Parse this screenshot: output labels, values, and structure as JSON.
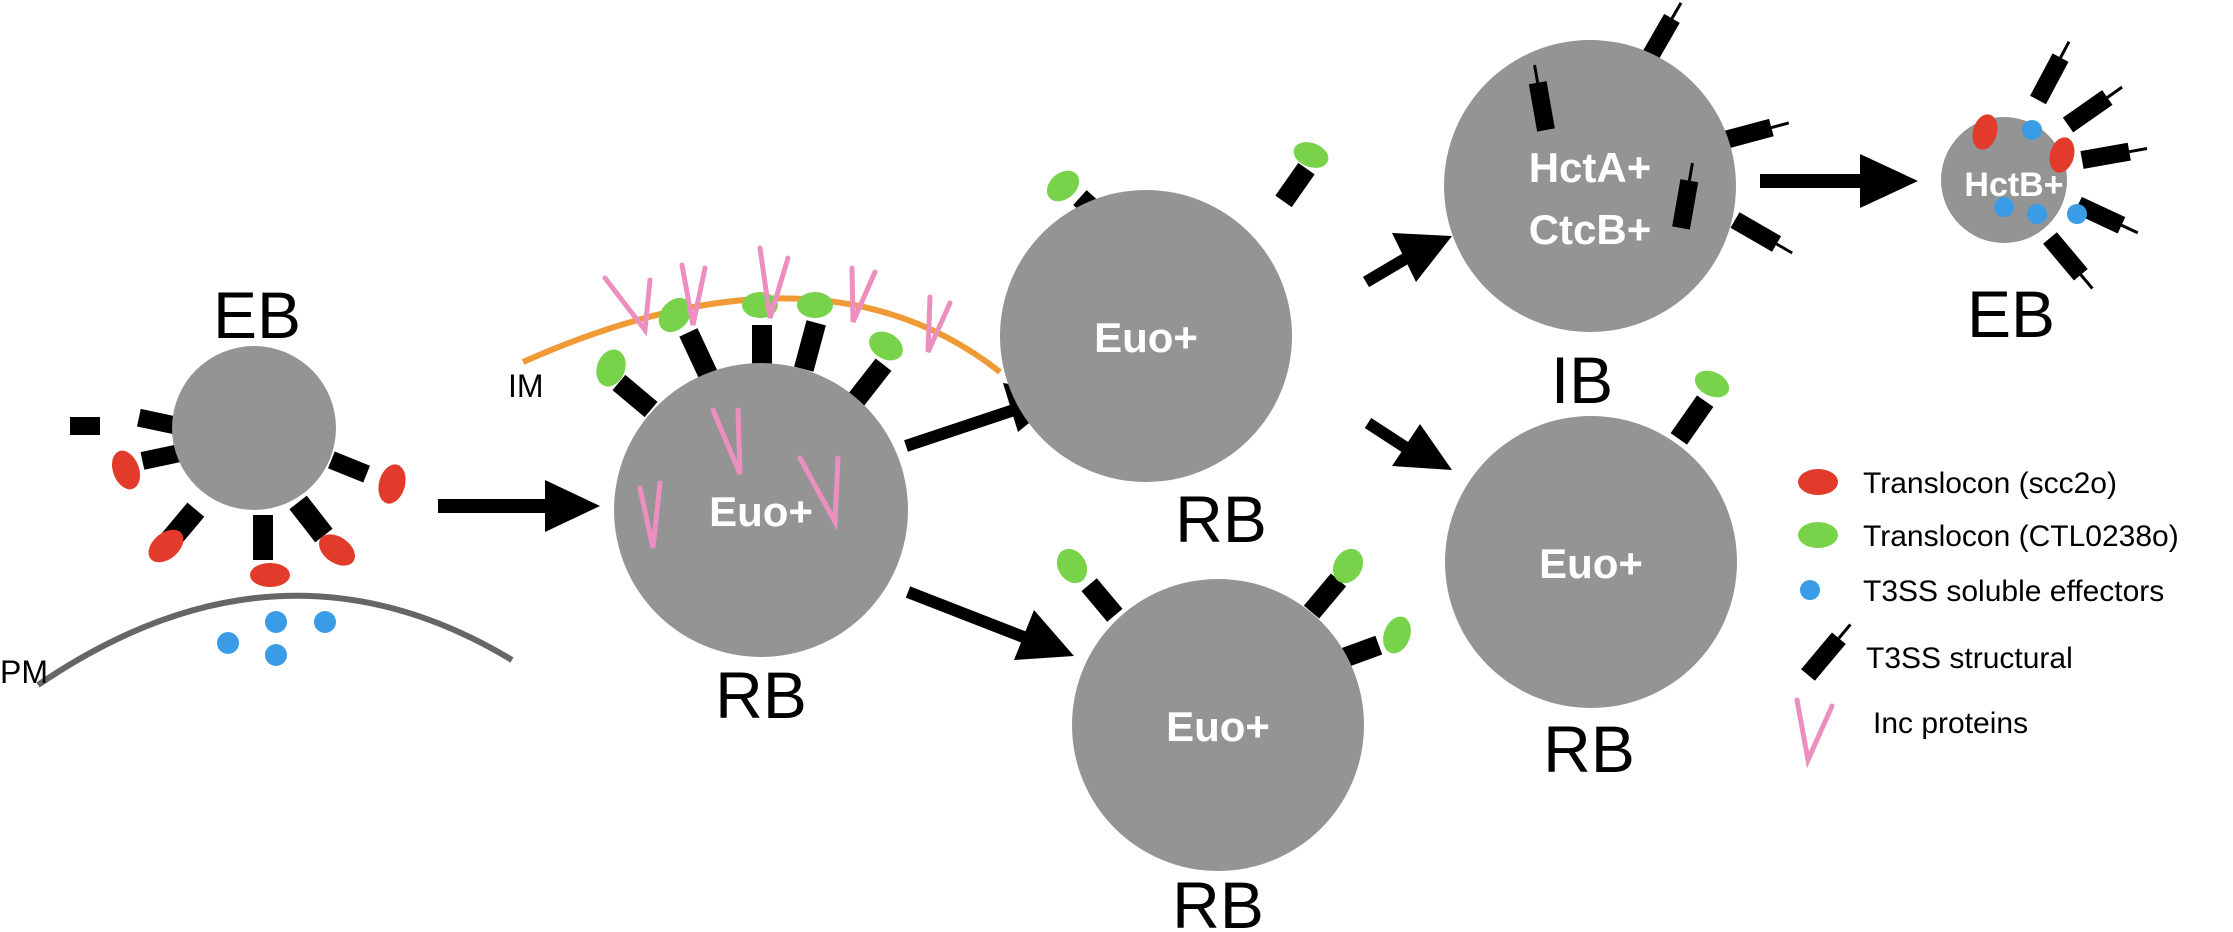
{
  "colors": {
    "cell": "#949494",
    "translocon_scc2o": "#e23a2b",
    "translocon_ctl0238o": "#78d24a",
    "effector": "#3a9be6",
    "structural": "#000000",
    "inc": "#ec8fc0",
    "inclusion_membrane": "#f09a36",
    "plasma_membrane": "#666666",
    "arrow": "#000000"
  },
  "labels": {
    "eb_left": "EB",
    "pm": "PM",
    "im": "IM",
    "rb_1": "RB",
    "rb_top": "RB",
    "rb_bottom": "RB",
    "ib": "IB",
    "rb_right": "RB",
    "eb_right": "EB"
  },
  "cell_text": {
    "rb_1": "Euo+",
    "rb_top": "Euo+",
    "rb_bottom": "Euo+",
    "ib_line1": "HctA+",
    "ib_line2": "CtcB+",
    "rb_right": "Euo+",
    "eb_right": "HctB+"
  },
  "legend": [
    {
      "marker": "red-oval-icon",
      "text": "Translocon (scc2o)"
    },
    {
      "marker": "green-oval-icon",
      "text": "Translocon (CTL0238o)"
    },
    {
      "marker": "blue-dot-icon",
      "text": "T3SS soluble effectors"
    },
    {
      "marker": "t3ss-needle-icon",
      "text": "T3SS structural"
    },
    {
      "marker": "inc-protein-icon",
      "text": "Inc proteins"
    }
  ]
}
